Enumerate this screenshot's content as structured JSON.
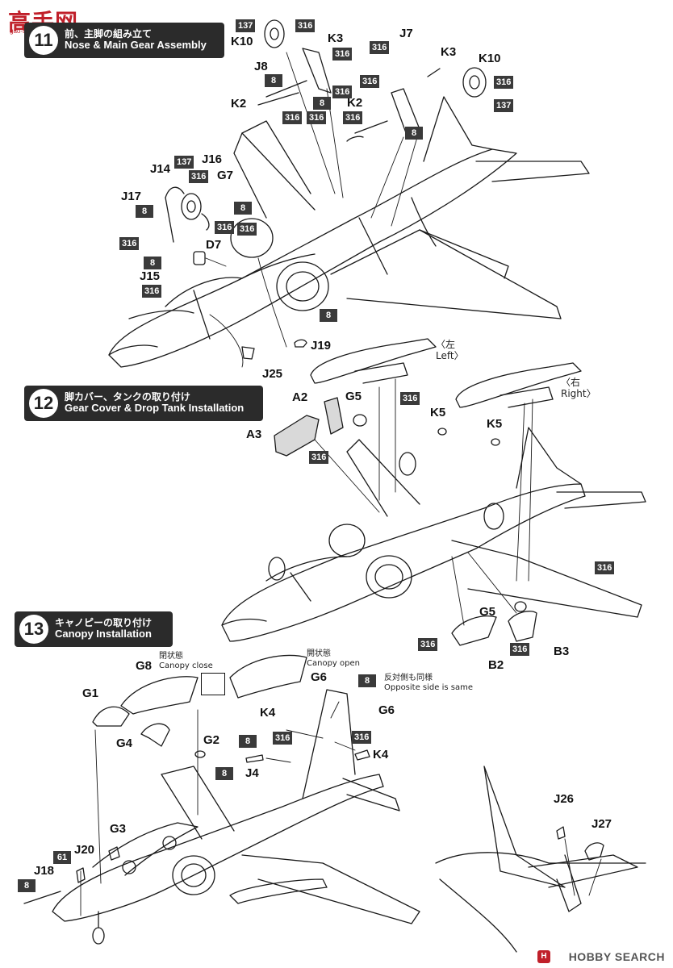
{
  "watermark_logo": {
    "chars": "高手网",
    "sub": "gao-shou.net"
  },
  "steps": [
    {
      "number": "11",
      "title_jp": "前、主脚の組み立て",
      "title_en": "Nose & Main Gear Assembly"
    },
    {
      "number": "12",
      "title_jp": "脚カバー、タンクの取り付け",
      "title_en": "Gear Cover & Drop Tank Installation"
    },
    {
      "number": "13",
      "title_jp": "キャノピーの取り付け",
      "title_en": "Canopy Installation"
    }
  ],
  "parts_labels": [
    "K10",
    "K3",
    "J7",
    "K3",
    "K10",
    "J8",
    "K2",
    "K2",
    "J14",
    "J16",
    "G7",
    "J17",
    "D7",
    "J15",
    "J19",
    "J25",
    "A2",
    "G5",
    "A3",
    "K5",
    "K5",
    "G5",
    "B3",
    "B2",
    "G8",
    "G1",
    "G4",
    "G2",
    "G6",
    "G6",
    "K4",
    "K4",
    "J4",
    "G3",
    "J20",
    "J18",
    "J26",
    "J27"
  ],
  "paint_codes": [
    "137",
    "316",
    "316",
    "316",
    "316",
    "316",
    "137",
    "8",
    "316",
    "316",
    "316",
    "8",
    "8",
    "316",
    "316",
    "137",
    "8",
    "316",
    "316",
    "316",
    "8",
    "8",
    "316",
    "8",
    "316",
    "316",
    "316",
    "316",
    "316",
    "8",
    "316",
    "316",
    "8",
    "8",
    "61",
    "8"
  ],
  "notes": {
    "left": {
      "jp": "左",
      "en": "Left"
    },
    "right": {
      "jp": "右",
      "en": "Right"
    },
    "canopy_close_jp": "閉状態",
    "canopy_close_en": "Canopy close",
    "canopy_open_jp": "開状態",
    "canopy_open_en": "Canopy open",
    "opposite_jp": "反対側も同様",
    "opposite_en": "Opposite side is same"
  },
  "footer_watermark": "HOBBY SEARCH",
  "icons": [
    "left-right-arrow-icon",
    "hobby-search-logo-icon"
  ]
}
